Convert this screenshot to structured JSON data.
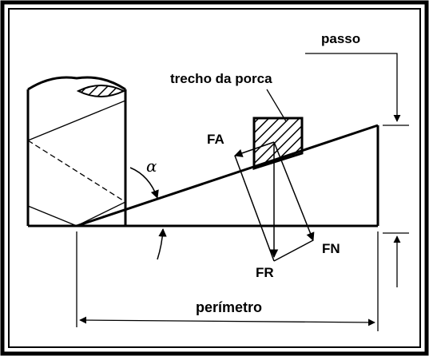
{
  "labels": {
    "passo": "passo",
    "trecho": "trecho da porca",
    "fa": "FA",
    "fn": "FN",
    "fr": "FR",
    "alpha": "α",
    "perimetro": "perímetro"
  },
  "colors": {
    "ink": "#000000",
    "background": "#ffffff"
  }
}
